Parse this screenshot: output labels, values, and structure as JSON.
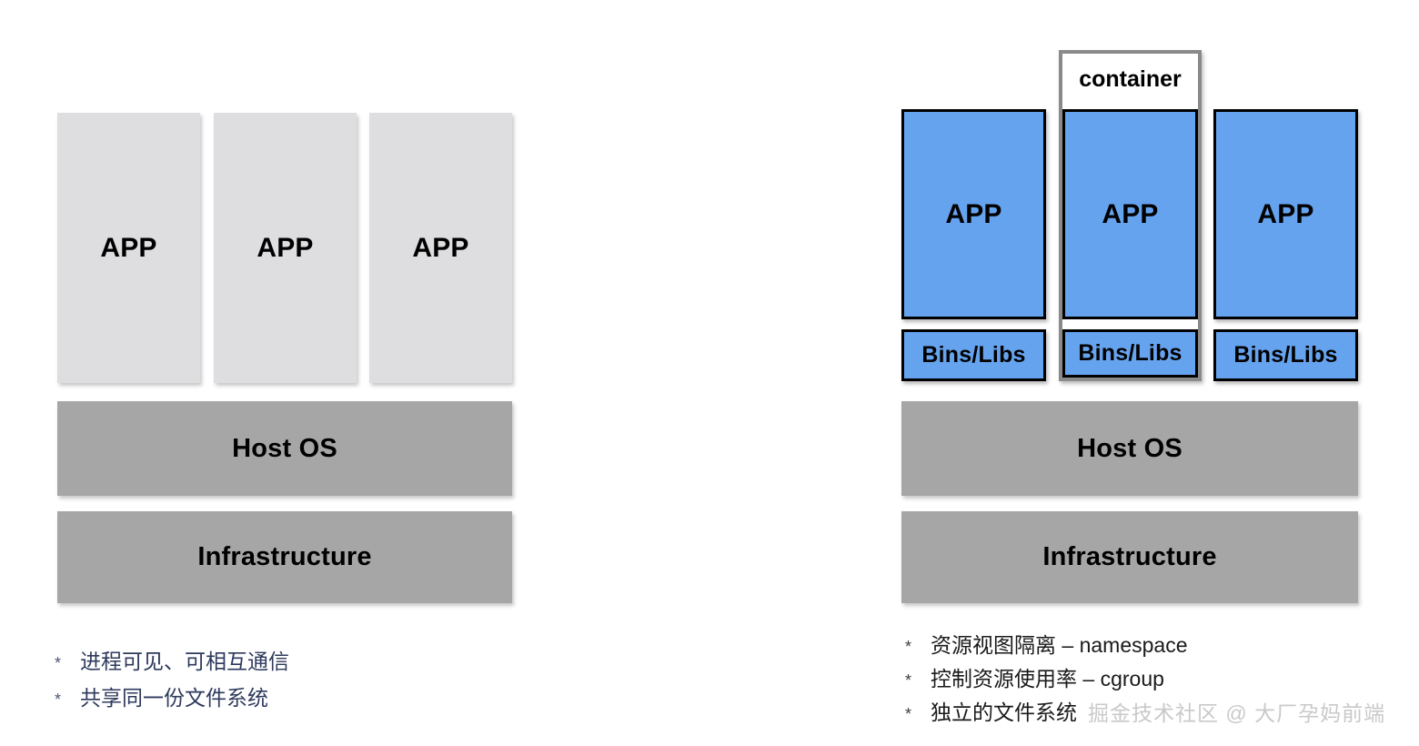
{
  "diagram": {
    "title": "Traditional processes vs containers",
    "colors": {
      "app_gray_fill": "#dedee0",
      "app_blue_fill": "#66a3ef",
      "slab_gray_fill": "#a6a6a6",
      "container_border": "#8a8a8a",
      "box_border": "#000000",
      "left_bullet_text": "#2e3a5c",
      "right_bullet_text": "#1a1a1a",
      "watermark_text": "#c9c9c9"
    },
    "left_panel": {
      "apps": [
        {
          "label": "APP"
        },
        {
          "label": "APP"
        },
        {
          "label": "APP"
        }
      ],
      "host_os_label": "Host OS",
      "infrastructure_label": "Infrastructure",
      "bullets": [
        {
          "mark": "*",
          "text": "进程可见、可相互通信"
        },
        {
          "mark": "*",
          "text": "共享同一份文件系统"
        }
      ]
    },
    "right_panel": {
      "container_label": "container",
      "apps": [
        {
          "label": "APP"
        },
        {
          "label": "APP"
        },
        {
          "label": "APP"
        }
      ],
      "binlibs": [
        {
          "label": "Bins/Libs"
        },
        {
          "label": "Bins/Libs"
        },
        {
          "label": "Bins/Libs"
        }
      ],
      "host_os_label": "Host OS",
      "infrastructure_label": "Infrastructure",
      "bullets": [
        {
          "mark": "*",
          "text": "资源视图隔离 – namespace"
        },
        {
          "mark": "*",
          "text": "控制资源使用率 – cgroup"
        },
        {
          "mark": "*",
          "text": "独立的文件系统"
        }
      ]
    },
    "watermark": "掘金技术社区 @ 大厂孕妈前端"
  }
}
